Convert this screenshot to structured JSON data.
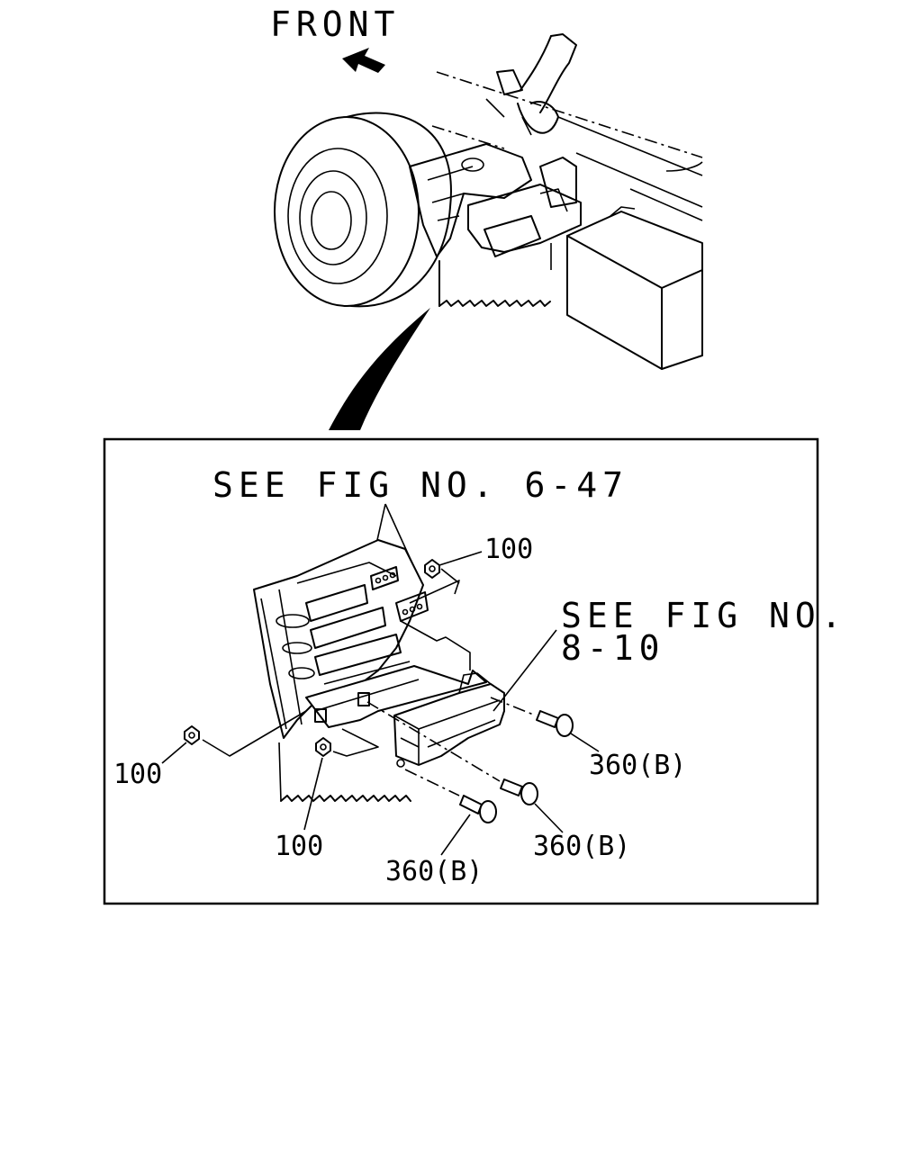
{
  "labels": {
    "front": "FRONT",
    "see_fig_6_47": "SEE FIG NO. 6-47",
    "see_fig_8_10_line1": "SEE FIG NO.",
    "see_fig_8_10_line2": "8-10",
    "nut_top_right": "100",
    "nut_left": "100",
    "nut_bottom": "100",
    "bolt_right": "360(B)",
    "bolt_middle": "360(B)",
    "bolt_bottom": "360(B)"
  },
  "icons": {
    "front_arrow": "arrow-left-filled",
    "pointer": "curved-callout-pointer"
  }
}
